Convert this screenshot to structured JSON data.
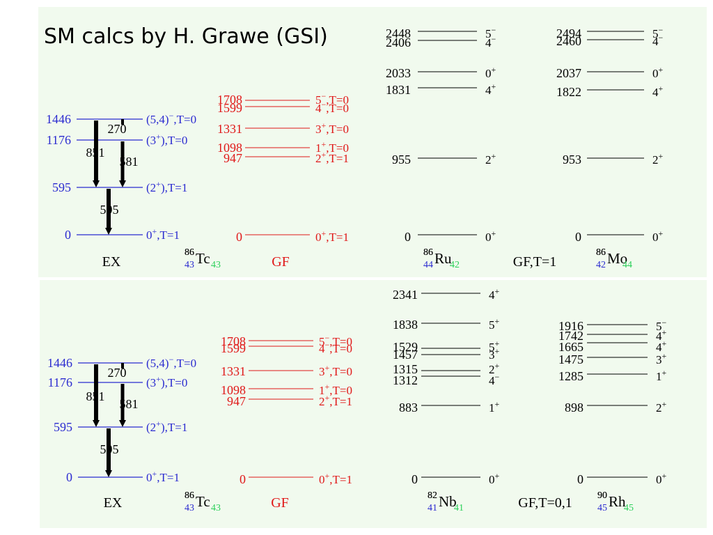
{
  "title": "SM calcs by H. Grawe (GSI)",
  "colors": {
    "experiment": "#2b2bd0",
    "calculation": "#e01818",
    "text": "#000000",
    "neutron_sub": "#2cd05a",
    "proton_sub": "#2b2bd0",
    "panel_background": "#f1faee"
  },
  "diagrams": [
    {
      "experiment": {
        "label": "EX",
        "levels": [
          {
            "energy": "1446",
            "spin": "(5,4)",
            "parity": "−",
            "suffix": ",T=0"
          },
          {
            "energy": "1176",
            "spin": "(3",
            "parity": "+",
            "suffix": "),T=0"
          },
          {
            "energy": "595",
            "spin": "(2",
            "parity": "+",
            "suffix": "),T=1"
          },
          {
            "energy": "0",
            "spin": "0",
            "parity": "+",
            "suffix": ",T=1"
          }
        ],
        "transitions": [
          {
            "energy": "270",
            "from": "1446",
            "to": "1176"
          },
          {
            "energy": "851",
            "from": "1446",
            "to": "595"
          },
          {
            "energy": "581",
            "from": "1176",
            "to": "595"
          },
          {
            "energy": "595",
            "from": "595",
            "to": "0"
          }
        ],
        "nucleus": {
          "mass": "86",
          "Z": "43",
          "symbol": "Tc",
          "N": "43"
        }
      },
      "calculation": {
        "label": "GF",
        "levels": [
          {
            "energy": "1708",
            "spin": "5",
            "parity": "−",
            "suffix": ",T=0"
          },
          {
            "energy": "1599",
            "spin": "4",
            "parity": "−",
            "suffix": ",T=0"
          },
          {
            "energy": "1331",
            "spin": "3",
            "parity": "+",
            "suffix": ",T=0"
          },
          {
            "energy": "1098",
            "spin": "1",
            "parity": "+",
            "suffix": ",T=0"
          },
          {
            "energy": "947",
            "spin": "2",
            "parity": "+",
            "suffix": ",T=1"
          },
          {
            "energy": "0",
            "spin": "0",
            "parity": "+",
            "suffix": ",T=1"
          }
        ]
      },
      "neighbor_calc": {
        "label": "GF,T=1",
        "left": {
          "nucleus": {
            "mass": "86",
            "Z": "44",
            "symbol": "Ru",
            "N": "42"
          },
          "levels": [
            {
              "energy": "2448",
              "spin": "5",
              "parity": "−"
            },
            {
              "energy": "2406",
              "spin": "4",
              "parity": "−"
            },
            {
              "energy": "2033",
              "spin": "0",
              "parity": "+"
            },
            {
              "energy": "1831",
              "spin": "4",
              "parity": "+"
            },
            {
              "energy": "955",
              "spin": "2",
              "parity": "+"
            },
            {
              "energy": "0",
              "spin": "0",
              "parity": "+"
            }
          ]
        },
        "right": {
          "nucleus": {
            "mass": "86",
            "Z": "42",
            "symbol": "Mo",
            "N": "44"
          },
          "levels": [
            {
              "energy": "2494",
              "spin": "5",
              "parity": "−"
            },
            {
              "energy": "2460",
              "spin": "4",
              "parity": "−"
            },
            {
              "energy": "2037",
              "spin": "0",
              "parity": "+"
            },
            {
              "energy": "1822",
              "spin": "4",
              "parity": "+"
            },
            {
              "energy": "953",
              "spin": "2",
              "parity": "+"
            },
            {
              "energy": "0",
              "spin": "0",
              "parity": "+"
            }
          ]
        }
      }
    },
    {
      "experiment": {
        "label": "EX",
        "levels": [
          {
            "energy": "1446",
            "spin": "(5,4)",
            "parity": "−",
            "suffix": ",T=0"
          },
          {
            "energy": "1176",
            "spin": "(3",
            "parity": "+",
            "suffix": "),T=0"
          },
          {
            "energy": "595",
            "spin": "(2",
            "parity": "+",
            "suffix": "),T=1"
          },
          {
            "energy": "0",
            "spin": "0",
            "parity": "+",
            "suffix": ",T=1"
          }
        ],
        "transitions": [
          {
            "energy": "270",
            "from": "1446",
            "to": "1176"
          },
          {
            "energy": "851",
            "from": "1446",
            "to": "595"
          },
          {
            "energy": "581",
            "from": "1176",
            "to": "595"
          },
          {
            "energy": "595",
            "from": "595",
            "to": "0"
          }
        ],
        "nucleus": {
          "mass": "86",
          "Z": "43",
          "symbol": "Tc",
          "N": "43"
        }
      },
      "calculation": {
        "label": "GF",
        "levels": [
          {
            "energy": "1708",
            "spin": "5",
            "parity": "−",
            "suffix": ",T=0"
          },
          {
            "energy": "1599",
            "spin": "4",
            "parity": "−",
            "suffix": ",T=0"
          },
          {
            "energy": "1331",
            "spin": "3",
            "parity": "+",
            "suffix": ",T=0"
          },
          {
            "energy": "1098",
            "spin": "1",
            "parity": "+",
            "suffix": ",T=0"
          },
          {
            "energy": "947",
            "spin": "2",
            "parity": "+",
            "suffix": ",T=1"
          },
          {
            "energy": "0",
            "spin": "0",
            "parity": "+",
            "suffix": ",T=1"
          }
        ]
      },
      "neighbor_calc": {
        "label": "GF,T=0,1",
        "left": {
          "nucleus": {
            "mass": "82",
            "Z": "41",
            "symbol": "Nb",
            "N": "41"
          },
          "levels": [
            {
              "energy": "2341",
              "spin": "4",
              "parity": "+"
            },
            {
              "energy": "1838",
              "spin": "5",
              "parity": "+"
            },
            {
              "energy": "1529",
              "spin": "5",
              "parity": "+"
            },
            {
              "energy": "1457",
              "spin": "3",
              "parity": "+"
            },
            {
              "energy": "1315",
              "spin": "2",
              "parity": "+"
            },
            {
              "energy": "1312",
              "spin": "4",
              "parity": "−"
            },
            {
              "energy": "883",
              "spin": "1",
              "parity": "+"
            },
            {
              "energy": "0",
              "spin": "0",
              "parity": "+"
            }
          ]
        },
        "right": {
          "nucleus": {
            "mass": "90",
            "Z": "45",
            "symbol": "Rh",
            "N": "45"
          },
          "levels": [
            {
              "energy": "1916",
              "spin": "5",
              "parity": "−"
            },
            {
              "energy": "1742",
              "spin": "4",
              "parity": "+"
            },
            {
              "energy": "1665",
              "spin": "4",
              "parity": "+"
            },
            {
              "energy": "1475",
              "spin": "3",
              "parity": "+"
            },
            {
              "energy": "1285",
              "spin": "1",
              "parity": "+"
            },
            {
              "energy": "898",
              "spin": "2",
              "parity": "+"
            },
            {
              "energy": "0",
              "spin": "0",
              "parity": "+"
            }
          ]
        }
      }
    }
  ]
}
